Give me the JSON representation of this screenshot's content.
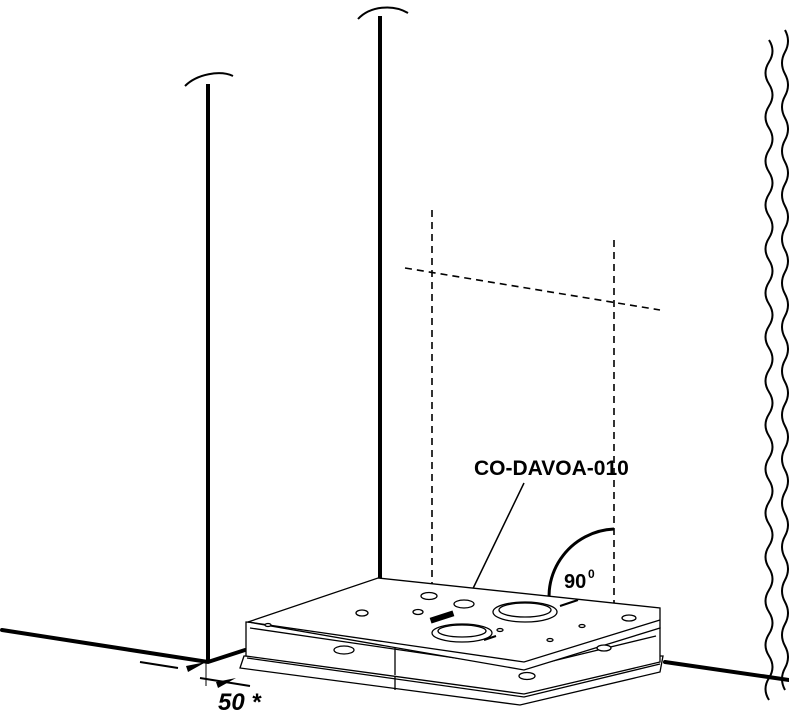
{
  "labels": {
    "part_code": "CO-DAVOA-010",
    "angle_value": "90",
    "angle_unit": "0",
    "distance": "50 *"
  }
}
